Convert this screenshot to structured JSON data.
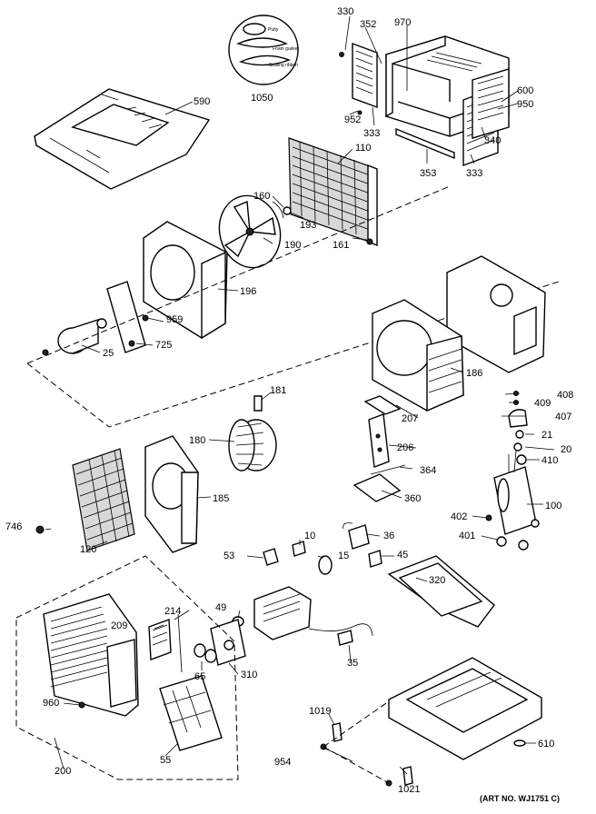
{
  "labels": {
    "p330": "330",
    "p352": "352",
    "p970": "970",
    "p600": "600",
    "p950": "950",
    "p952": "952",
    "p333a": "333",
    "p340": "340",
    "p353": "353",
    "p333b": "333",
    "p590": "590",
    "p1050": "1050",
    "p110": "110",
    "p160": "160",
    "p193": "193",
    "p190": "190",
    "p161": "161",
    "p196": "196",
    "p959": "959",
    "p725": "725",
    "p25": "25",
    "p186": "186",
    "p181": "181",
    "p408": "408",
    "p409": "409",
    "p407": "407",
    "p21": "21",
    "p20": "20",
    "p410": "410",
    "p207": "207",
    "p180": "180",
    "p206": "206",
    "p364": "364",
    "p360": "360",
    "p100": "100",
    "p402": "402",
    "p401": "401",
    "p185": "185",
    "p746": "746",
    "p120": "120",
    "p10": "10",
    "p36": "36",
    "p53": "53",
    "p15": "15",
    "p45": "45",
    "p320": "320",
    "p214": "214",
    "p49": "49",
    "p209": "209",
    "p65": "65",
    "p310": "310",
    "p35": "35",
    "p960": "960",
    "p55": "55",
    "p1019": "1019",
    "p610": "610",
    "p954": "954",
    "p1021": "1021",
    "p200": "200"
  },
  "bag_text": {
    "putty": "Putty",
    "gasket": "Foam gasket",
    "ribbon": "Sealing ribbon"
  },
  "art_no": "(ART NO. WJ1751 C)"
}
